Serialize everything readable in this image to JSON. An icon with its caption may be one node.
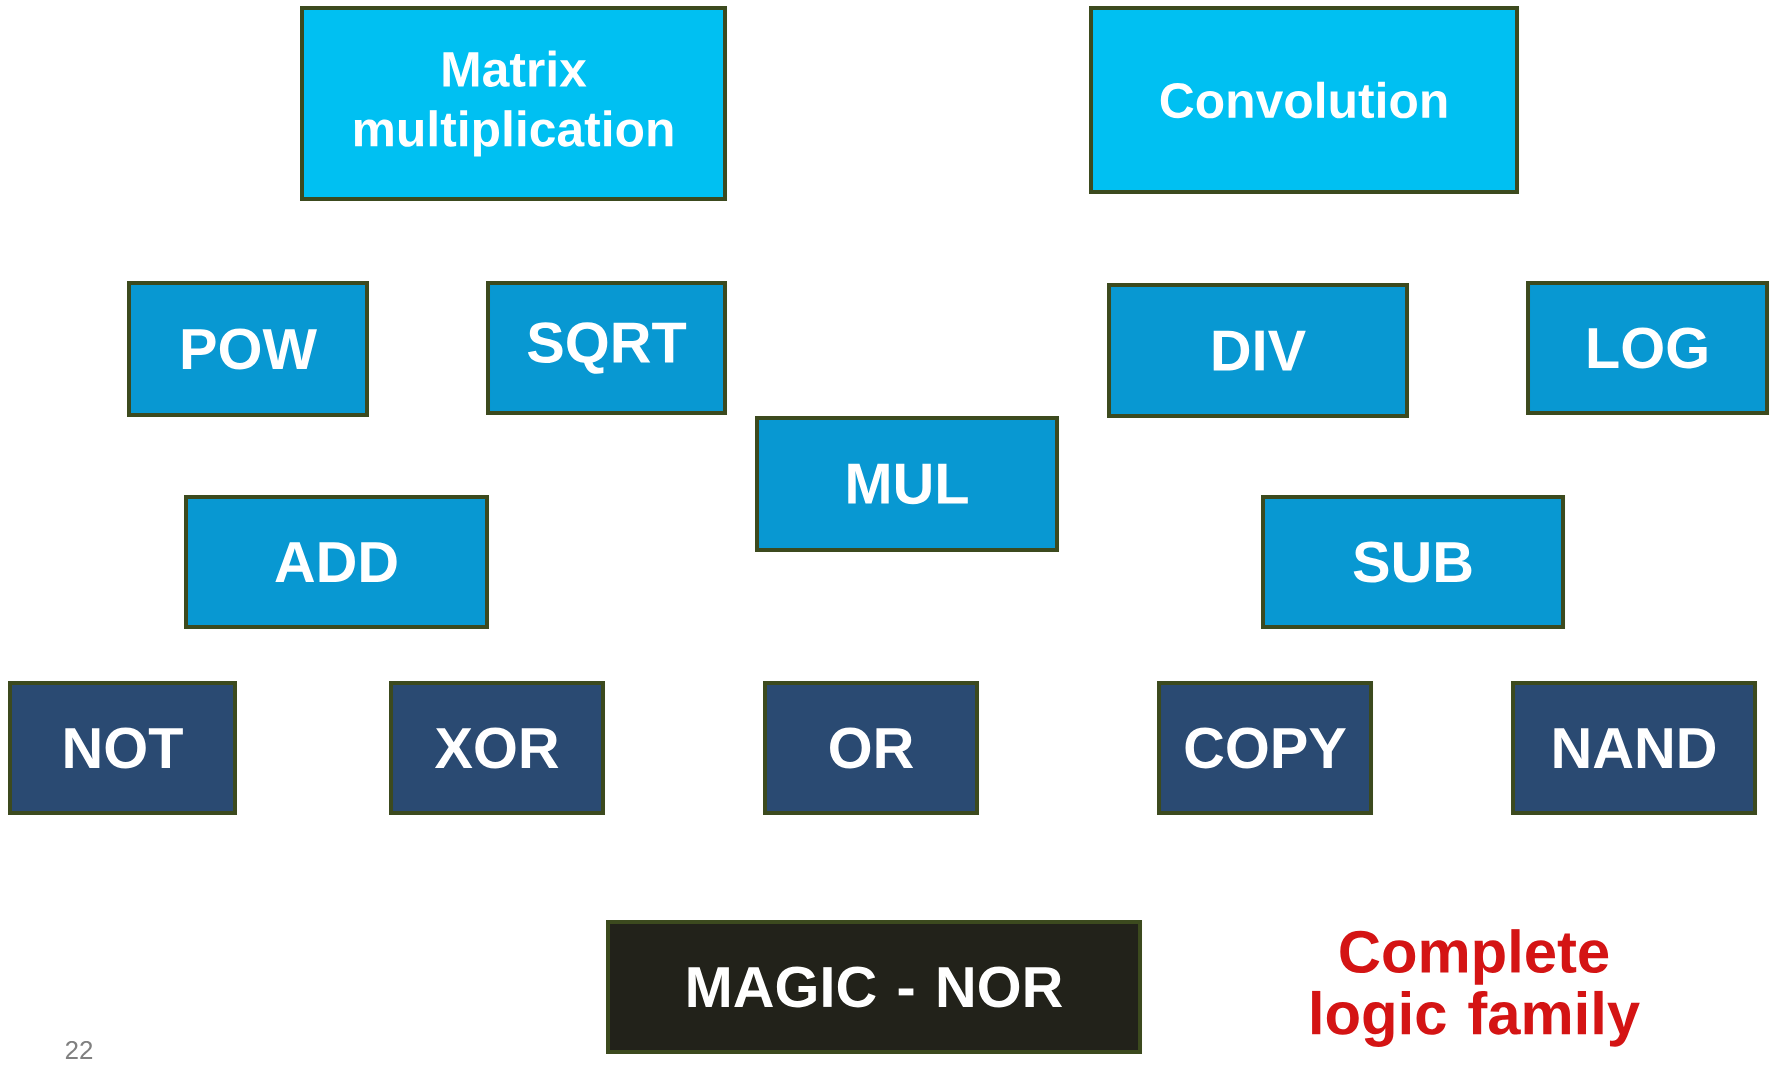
{
  "diagram": {
    "nodes": [
      {
        "text": [
          "Matrix multiplication"
        ]
      },
      {
        "text": [
          "Convolution"
        ]
      },
      {
        "text": [
          "POW"
        ]
      },
      {
        "text": [
          "SQRT"
        ]
      },
      {
        "text": [
          "DIV"
        ]
      },
      {
        "text": [
          "LOG"
        ]
      },
      {
        "text": [
          "MUL"
        ]
      },
      {
        "text": [
          "ADD"
        ]
      },
      {
        "text": [
          "SUB"
        ]
      },
      {
        "text": [
          "NOT"
        ]
      },
      {
        "text": [
          "XOR"
        ]
      },
      {
        "text": [
          "OR"
        ]
      },
      {
        "text": [
          "COPY"
        ]
      },
      {
        "text": [
          "NAND"
        ]
      },
      {
        "text": [
          "MAGIC - NOR"
        ]
      }
    ],
    "labels": [
      "Complete logic family",
      "22"
    ]
  }
}
